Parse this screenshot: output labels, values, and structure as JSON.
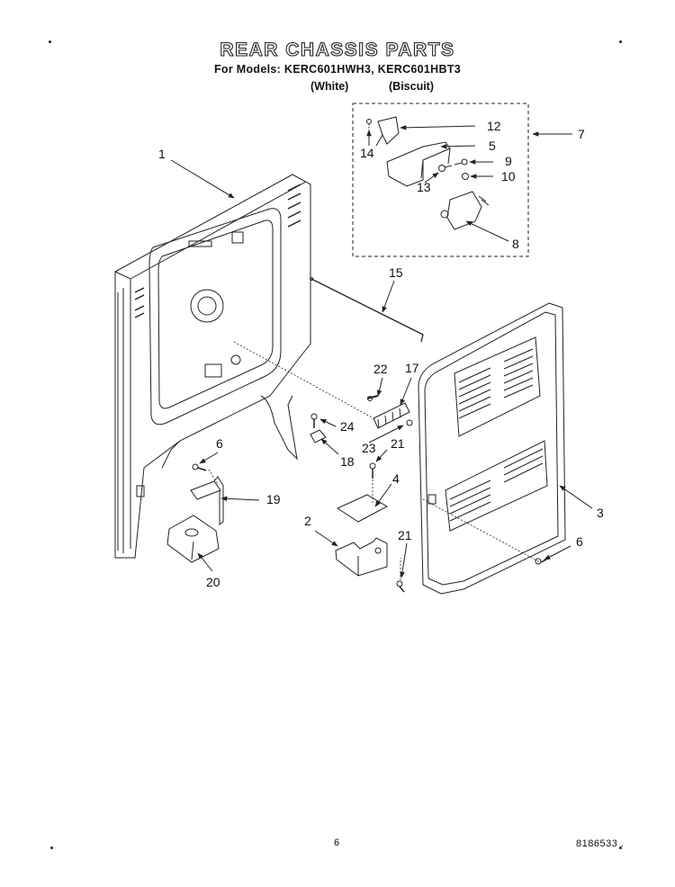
{
  "header": {
    "title": "REAR CHASSIS PARTS",
    "models": "For Models: KERC601HWH3, KERC601HBT3",
    "variant_white": "(White)",
    "variant_biscuit": "(Biscuit)"
  },
  "callouts": {
    "c1": "1",
    "c2": "2",
    "c3": "3",
    "c4": "4",
    "c5": "5",
    "c6a": "6",
    "c6b": "6",
    "c7": "7",
    "c8": "8",
    "c9": "9",
    "c10": "10",
    "c12": "12",
    "c13": "13",
    "c14": "14",
    "c15": "15",
    "c17": "17",
    "c18": "18",
    "c19": "19",
    "c20": "20",
    "c21a": "21",
    "c21b": "21",
    "c22": "22",
    "c23": "23",
    "c24": "24"
  },
  "footer": {
    "page_number": "6",
    "part_number": "8186533 ."
  }
}
